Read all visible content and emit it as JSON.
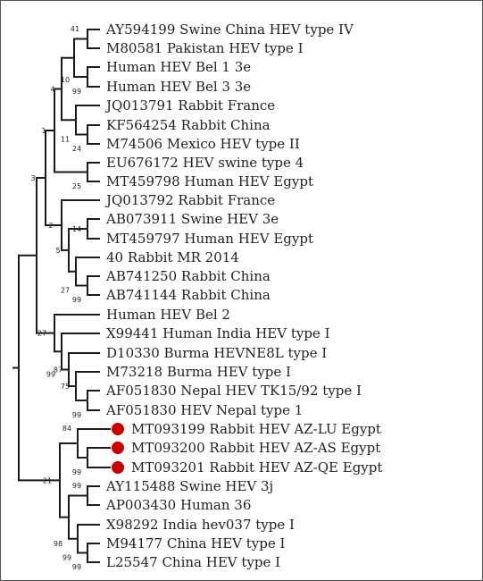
{
  "tree": {
    "leaf_labels": [
      "AY594199 Swine China HEV type IV",
      "M80581 Pakistan HEV type I",
      "Human HEV Bel 1 3e",
      "Human HEV Bel 3 3e",
      "JQ013791 Rabbit France",
      "KF564254 Rabbit China",
      "M74506 Mexico HEV type II",
      "EU676172 HEV swine type 4",
      "MT459798 Human HEV Egypt",
      "JQ013792 Rabbit France",
      "AB073911 Swine HEV 3e",
      "MT459797 Human HEV Egypt",
      "40 Rabbit MR 2014",
      "AB741250 Rabbit China",
      "AB741144 Rabbit China",
      "Human HEV Bel 2",
      "X99441 Human India HEV type I",
      "D10330 Burma HEVNE8L type I",
      "M73218 Burma HEV type I",
      "AF051830 Nepal HEV TK15/92 type I",
      "AF051830 HEV Nepal type 1",
      "MT093199 Rabbit HEV AZ-LU Egypt",
      "MT093200 Rabbit HEV AZ-AS Egypt",
      "MT093201 Rabbit HEV AZ-QE Egypt",
      "AY115488 Swine HEV 3j",
      "AP003430 Human 36",
      "X98292 India hev037 type I",
      "M94177 China HEV type I",
      "L25547 China HEV type I"
    ],
    "highlighted_leaves": [
      21,
      22,
      23
    ],
    "highlight_color": "#cc0000",
    "bootstrap_values": [
      "41",
      "10",
      "4",
      "99",
      "1",
      "11",
      "24",
      "3",
      "25",
      "14",
      "2",
      "5",
      "27",
      "99",
      "27",
      "99",
      "87",
      "75",
      "99",
      "84",
      "99",
      "21",
      "99",
      "98",
      "99",
      "99"
    ]
  }
}
